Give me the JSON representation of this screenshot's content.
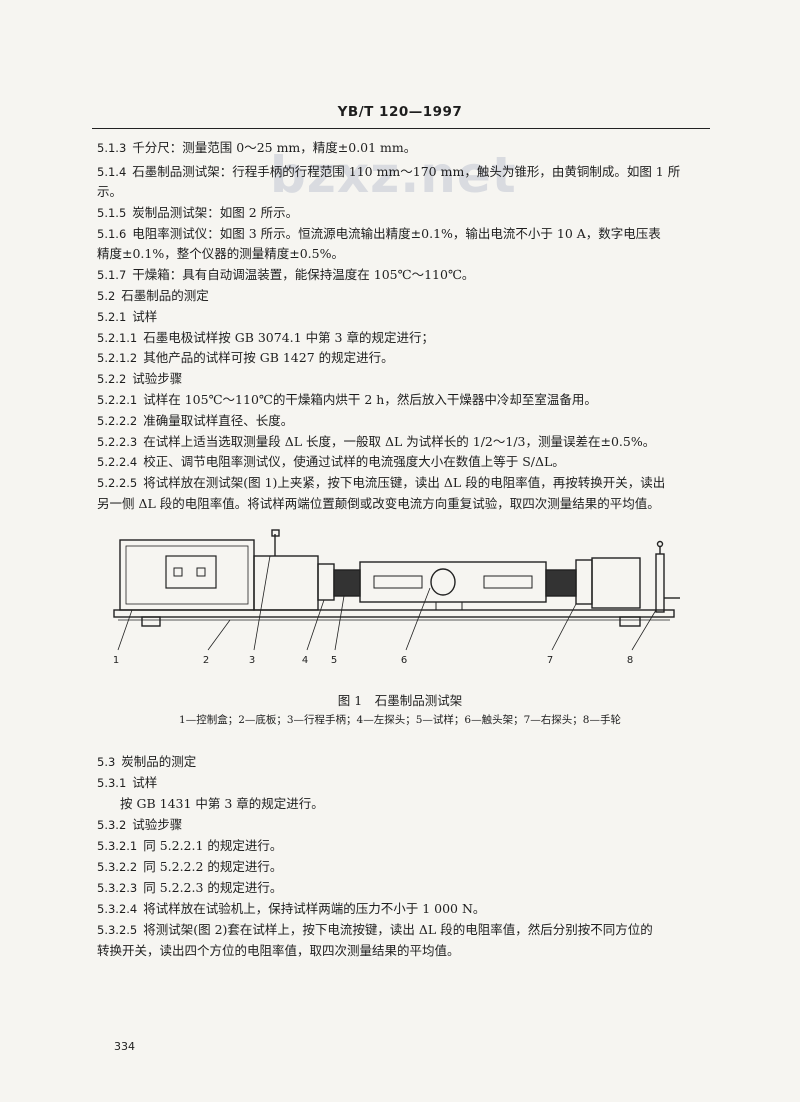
{
  "header": {
    "standard": "YB/T 120—1997"
  },
  "watermark": "bzxz.net",
  "lines": [
    {
      "num": "5.1.3",
      "text": "千分尺：测量范围 0～25 mm，精度±0.01 mm。"
    },
    {
      "num": "5.1.4",
      "text": "石墨制品测试架：行程手柄的行程范围 110 mm～170 mm，触头为锥形，由黄铜制成。如图 1 所"
    },
    {
      "num": "",
      "text": "示。"
    },
    {
      "num": "5.1.5",
      "text": "炭制品测试架：如图 2 所示。"
    },
    {
      "num": "5.1.6",
      "text": "电阻率测试仪：如图 3 所示。恒流源电流输出精度±0.1%，输出电流不小于 10 A，数字电压表"
    },
    {
      "num": "",
      "text": "精度±0.1%，整个仪器的测量精度±0.5%。"
    },
    {
      "num": "5.1.7",
      "text": "干燥箱：具有自动调温装置，能保持温度在 105℃～110℃。"
    },
    {
      "num": "5.2",
      "text": "石墨制品的测定"
    },
    {
      "num": "5.2.1",
      "text": "试样"
    },
    {
      "num": "5.2.1.1",
      "text": "石墨电极试样按 GB 3074.1 中第 3 章的规定进行；"
    },
    {
      "num": "5.2.1.2",
      "text": "其他产品的试样可按 GB 1427 的规定进行。"
    },
    {
      "num": "5.2.2",
      "text": "试验步骤"
    },
    {
      "num": "5.2.2.1",
      "text": "试样在 105℃～110℃的干燥箱内烘干 2 h，然后放入干燥器中冷却至室温备用。"
    },
    {
      "num": "5.2.2.2",
      "text": "准确量取试样直径、长度。"
    },
    {
      "num": "5.2.2.3",
      "text": "在试样上适当选取测量段 ΔL 长度，一般取 ΔL 为试样长的 1/2～1/3，测量误差在±0.5%。"
    },
    {
      "num": "5.2.2.4",
      "text": "校正、调节电阻率测试仪，使通过试样的电流强度大小在数值上等于 S/ΔL。"
    },
    {
      "num": "5.2.2.5",
      "text": "将试样放在测试架(图 1)上夹紧，按下电流压键，读出 ΔL 段的电阻率值，再按转换开关，读出"
    },
    {
      "num": "",
      "text": "另一侧 ΔL 段的电阻率值。将试样两端位置颠倒或改变电流方向重复试验，取四次测量结果的平均值。"
    }
  ],
  "figure": {
    "labels": [
      "1",
      "2",
      "3",
      "4",
      "5",
      "6",
      "7",
      "8"
    ],
    "caption": "图 1　石墨制品测试架",
    "legend": "1—控制盒；2—底板；3—行程手柄；4—左探头；5—试样；6—触头架；7—右探头；8—手轮"
  },
  "lines2": [
    {
      "num": "5.3",
      "text": "炭制品的测定",
      "indent": false
    },
    {
      "num": "5.3.1",
      "text": "试样",
      "indent": false
    },
    {
      "num": "",
      "text": "按 GB 1431 中第 3 章的规定进行。",
      "indent": true
    },
    {
      "num": "5.3.2",
      "text": "试验步骤",
      "indent": false
    },
    {
      "num": "5.3.2.1",
      "text": "同 5.2.2.1 的规定进行。",
      "indent": false
    },
    {
      "num": "5.3.2.2",
      "text": "同 5.2.2.2 的规定进行。",
      "indent": false
    },
    {
      "num": "5.3.2.3",
      "text": "同 5.2.2.3 的规定进行。",
      "indent": false
    },
    {
      "num": "5.3.2.4",
      "text": "将试样放在试验机上，保持试样两端的压力不小于 1 000 N。",
      "indent": false
    },
    {
      "num": "5.3.2.5",
      "text": "将测试架(图 2)套在试样上，按下电流按键，读出 ΔL 段的电阻率值，然后分别按不同方位的",
      "indent": false
    },
    {
      "num": "",
      "text": "转换开关，读出四个方位的电阻率值，取四次测量结果的平均值。",
      "indent": false
    }
  ],
  "page_number": "334"
}
